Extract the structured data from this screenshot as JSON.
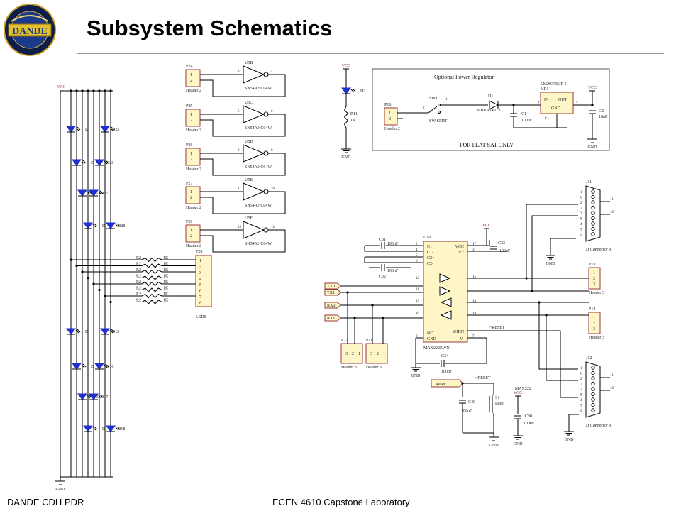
{
  "slide": {
    "title": "Subsystem Schematics",
    "footer_left": "DANDE CDH PDR",
    "footer_center": "ECEN 4610 Capstone Laboratory"
  },
  "logo": {
    "center_text": "DANDE",
    "ring_text_top": "The Boulder CubeSat",
    "ring_text_bottom": "Drag and Density Explorer"
  },
  "colors": {
    "diode_fill": "#1f2fd0",
    "box_fill": "#fff6c8",
    "box_stroke": "#9a3a3a",
    "wire": "#000000"
  },
  "led_bank": {
    "vcc": "VCC",
    "gnd": "GND",
    "diodes_top": [
      "D25",
      "D26",
      "D27",
      "D28"
    ],
    "diodes_bottom": [
      "D15",
      "D16",
      "D17",
      "D18"
    ],
    "left_labels": [
      "D",
      "D",
      "D",
      "D",
      "D",
      "D",
      "D",
      "D"
    ],
    "resistor_refs": [
      "R2",
      "R2",
      "R2",
      "R2",
      "R2",
      "R2",
      "R2",
      "R2"
    ],
    "resistor_values": [
      "1K",
      "1K",
      "1K",
      "1K",
      "1K",
      "1K",
      "1K",
      "1K"
    ],
    "connector": {
      "ref": "P20",
      "name": "LEDS",
      "pins": [
        "1",
        "2",
        "3",
        "4",
        "5",
        "6",
        "7",
        "8"
      ]
    }
  },
  "headers": [
    {
      "ref": "P24",
      "name": "Header 2",
      "pins": [
        "1",
        "2"
      ]
    },
    {
      "ref": "P25",
      "name": "Header 2",
      "pins": [
        "1",
        "2"
      ]
    },
    {
      "ref": "P26",
      "name": "Header 2",
      "pins": [
        "1",
        "2"
      ]
    },
    {
      "ref": "P27",
      "name": "Header 2",
      "pins": [
        "1",
        "2"
      ]
    },
    {
      "ref": "P28",
      "name": "Header 2",
      "pins": [
        "1",
        "2"
      ]
    }
  ],
  "buffers": [
    {
      "ref": "U5B",
      "part": "SN54AHC04W",
      "in": "3",
      "out": "4"
    },
    {
      "ref": "U5C",
      "part": "SN54AHC04W",
      "in": "5",
      "out": "6"
    },
    {
      "ref": "U5D",
      "part": "SN54AHC04W",
      "in": "9",
      "out": "8"
    },
    {
      "ref": "U5E",
      "part": "SN54AHC04W",
      "in": "11",
      "out": "10"
    },
    {
      "ref": "U5F",
      "part": "SN54AHC04W",
      "in": "13",
      "out": "12"
    }
  ],
  "power": {
    "vcc": "VCC",
    "gnd": "GND",
    "led_ref": "D2",
    "res_ref": "R11",
    "res_val": "1K",
    "header_ref": "P16",
    "header_name": "Header 2",
    "header_pins": [
      "1",
      "2"
    ],
    "box_title": "Optional Power Regulator",
    "box_note": "FOR FLAT SAT ONLY",
    "switch_ref": "SW1",
    "switch_type": "SW-SPDT",
    "switch_pins": [
      "2",
      "1"
    ],
    "diode_ref": "D1",
    "diode_part": "MBRA140T3",
    "cap1_ref": "C1",
    "cap1_val": "100uF",
    "reg_part": "LM2937IMP-5",
    "reg_ref": "VR1",
    "reg_in": "IN",
    "reg_out": "OUT",
    "reg_gnd": "GND",
    "reg_pins": [
      "1",
      "3",
      "4"
    ],
    "cap2_ref": "C2",
    "cap2_val": "10uF",
    "reg_note": "C+"
  },
  "serial": {
    "vcc": "VCC",
    "gnd": "GND",
    "chip": {
      "ref": "U10",
      "part": "MAX222EWN",
      "left_pins": [
        "C1+",
        "C1-",
        "C2+",
        "C2-",
        "",
        "",
        "",
        "",
        "NC",
        "GND"
      ],
      "left_nums": [
        "2",
        "4",
        "5",
        "6",
        "12",
        "11",
        "13",
        "10",
        "",
        "8"
      ],
      "right_pins": [
        "VCC",
        "V+",
        "",
        "",
        "",
        "",
        "",
        "SHDN",
        "V-"
      ],
      "right_nums": [
        "17",
        "3",
        "15",
        "",
        "14",
        "",
        "18",
        "",
        "7"
      ]
    },
    "caps": [
      {
        "ref": "C31",
        "val": "100nF"
      },
      {
        "ref": "C32",
        "val": "100nF"
      },
      {
        "ref": "C33",
        "val": "100nF"
      },
      {
        "ref": "C34",
        "val": "100nF"
      }
    ],
    "nets": [
      "TX0",
      "TX1",
      "RX0",
      "RX1"
    ],
    "reset_net": "~RESET",
    "reset_port": "Reset",
    "reset_switch": {
      "ref": "S1",
      "name": "Reset"
    },
    "reset_cap": {
      "ref": "C40",
      "val": "100nF"
    },
    "max_cap": {
      "ref": "C30",
      "val": "100nF"
    },
    "max_label": "MAX222",
    "p22": {
      "ref": "P22",
      "name": "Header 3",
      "pins": [
        "3",
        "2",
        "1"
      ]
    },
    "p11": {
      "ref": "P11",
      "name": "Header 3",
      "pins": [
        "3",
        "2",
        "1"
      ]
    },
    "p13": {
      "ref": "P13",
      "name": "Header 3",
      "pins": [
        "1",
        "2",
        "3"
      ]
    },
    "p14": {
      "ref": "P14",
      "name": "Header 3",
      "pins": [
        "1",
        "2",
        "3"
      ]
    },
    "j1": {
      "ref": "J11",
      "name": "D Connector 9",
      "pins": [
        "1",
        "6",
        "2",
        "7",
        "3",
        "8",
        "4",
        "9",
        "5"
      ],
      "shell": [
        "11",
        "10"
      ]
    },
    "j2": {
      "ref": "J12",
      "name": "D Connector 9",
      "pins": [
        "1",
        "6",
        "2",
        "7",
        "3",
        "8",
        "4",
        "9",
        "5"
      ],
      "shell": [
        "11",
        "10"
      ]
    }
  }
}
